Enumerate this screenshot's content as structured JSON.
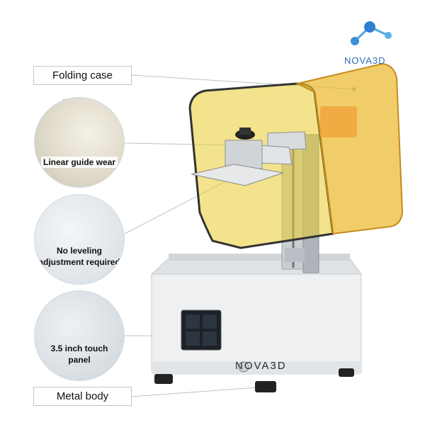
{
  "brand": {
    "name": "NOVA3D",
    "accent": "#2f6fb8"
  },
  "callouts": {
    "folding_case": "Folding case",
    "linear_guide": "Linear guide wear",
    "no_leveling_line1": "No leveling",
    "no_leveling_line2": "adjustment required",
    "touch_line1": "3.5 inch touch",
    "touch_line2": "panel",
    "metal_body": "Metal body"
  },
  "printer": {
    "front_brand": "NOVA3D",
    "cover_color": "#e6c92b",
    "body_color": "#f2f2f2"
  }
}
